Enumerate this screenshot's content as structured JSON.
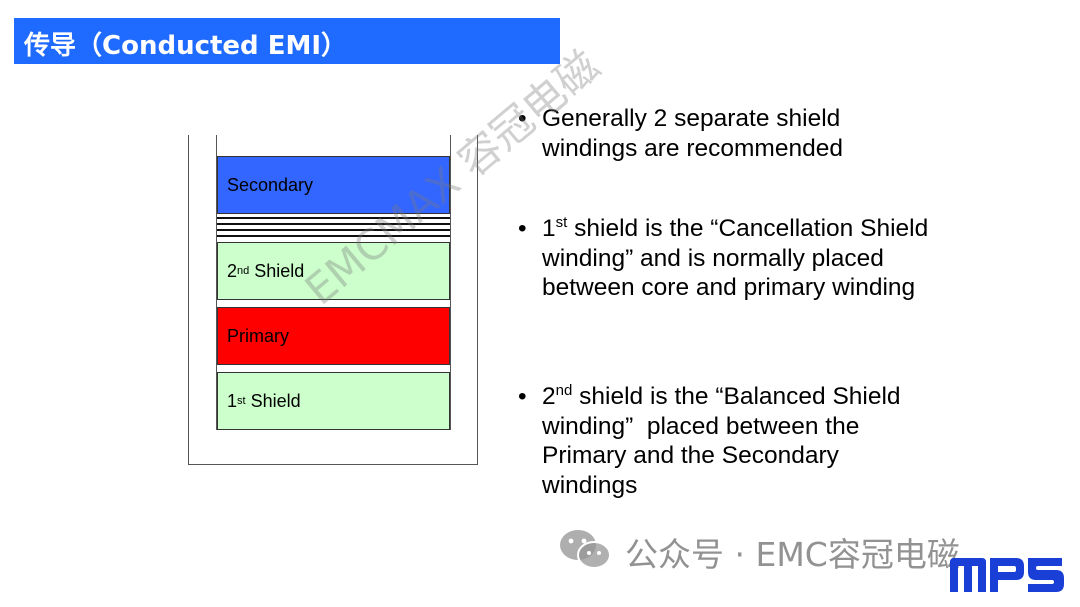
{
  "title": "传导（Conducted EMI）",
  "diagram": {
    "secondary": "Secondary",
    "shield2": {
      "num": "2",
      "sup": "nd",
      "label": " Shield"
    },
    "primary": "Primary",
    "shield1": {
      "num": "1",
      "sup": "st",
      "label": " Shield"
    }
  },
  "bullets": [
    {
      "pre": "Generally 2 separate shield windings are recommended"
    },
    {
      "num": "1",
      "sup": "st",
      "rest": " shield is the “Cancellation Shield winding” and is normally placed between core and primary winding"
    },
    {
      "num": "2",
      "sup": "nd",
      "rest": " shield is the “Balanced Shield winding”  placed between the Primary and the Secondary windings"
    }
  ],
  "watermark": "EMCMAX 容冠电磁",
  "footer": "公众号 · EMC容冠电磁",
  "logo_text": "MPS",
  "colors": {
    "title_bar": "#1f6bff",
    "secondary": "#3366ff",
    "shield": "#ccffcc",
    "primary": "#ff0000",
    "logo": "#1a3fd6"
  }
}
